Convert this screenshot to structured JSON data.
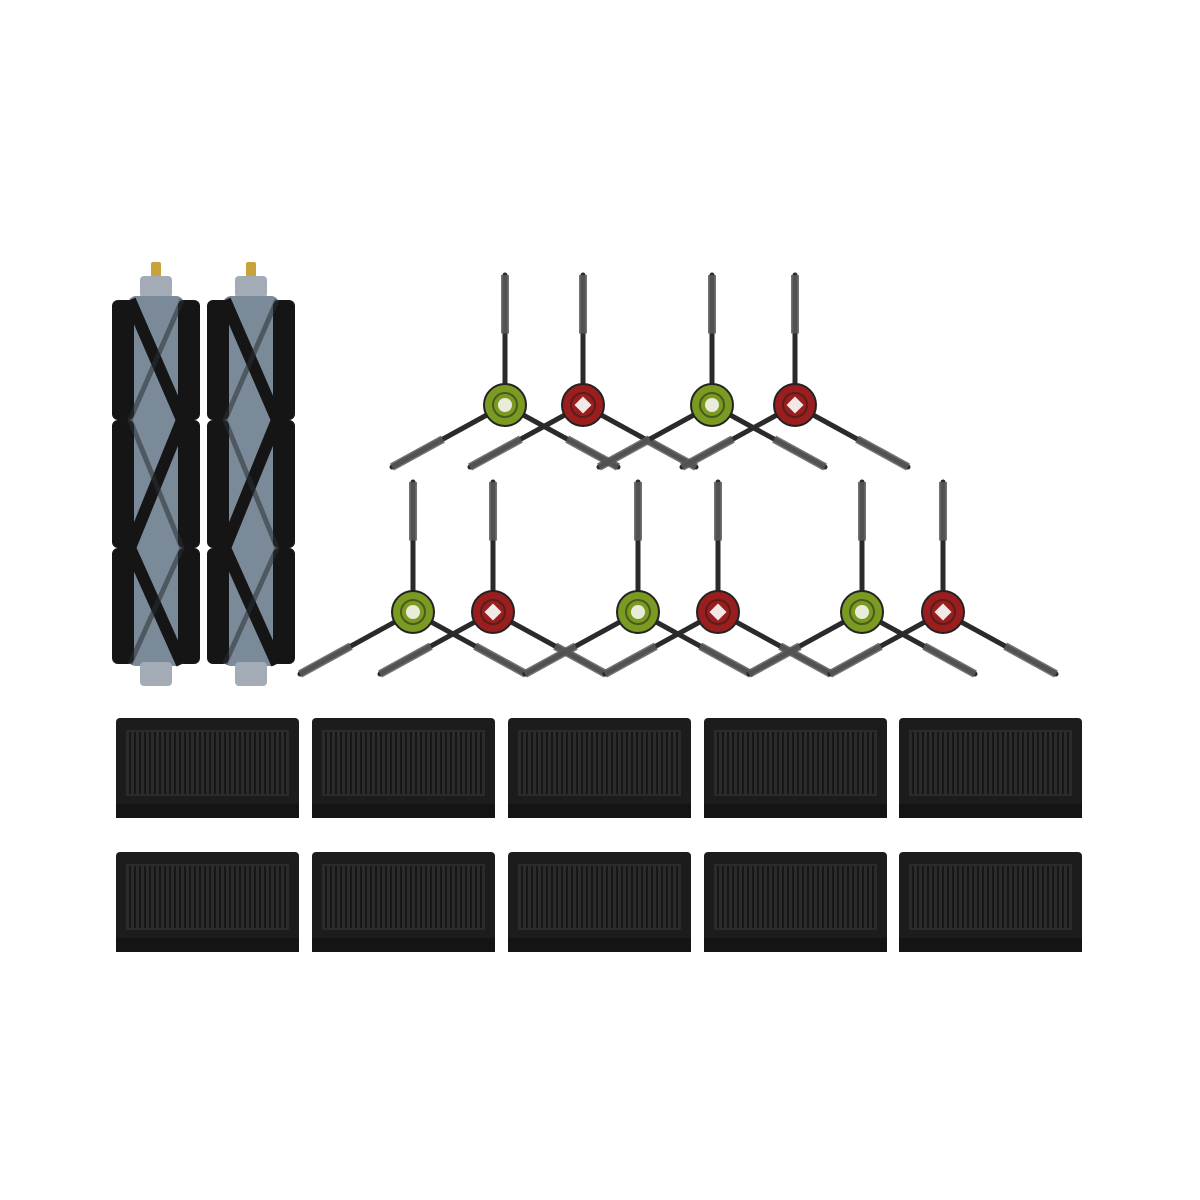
{
  "scene": {
    "background": "#ffffff",
    "main_brushes": {
      "count": 2,
      "core_color": "#7a8a99",
      "bristle_color": "#151515",
      "cap_color": "#a3acb6",
      "pin_color": "#c9a23c"
    },
    "side_brushes": {
      "count": 10,
      "hub_colors": [
        "#7a9a22",
        "#9a1e1e"
      ],
      "arm_color": "#2a2a2a",
      "arm_count": 3
    },
    "filters": {
      "count": 10,
      "frame_color": "#1c1c1c",
      "media_color": "#2b2b2b"
    }
  }
}
